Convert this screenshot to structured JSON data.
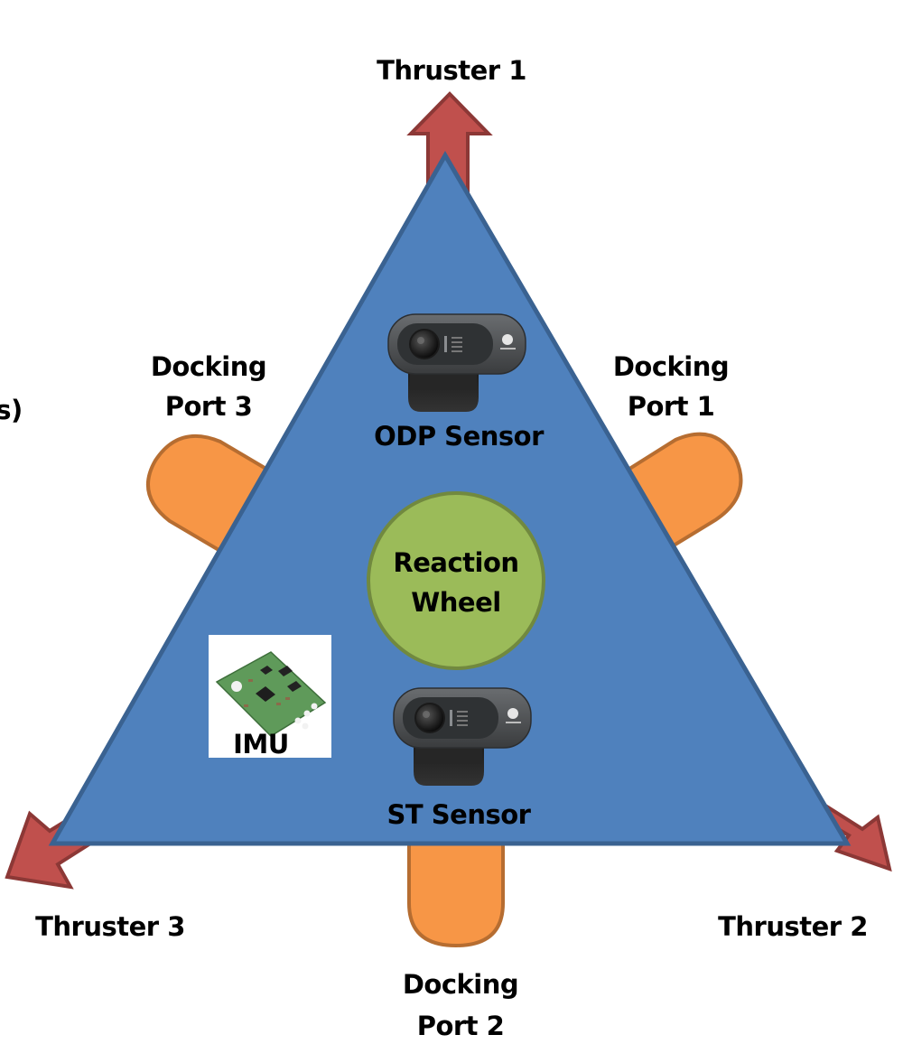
{
  "colors": {
    "body_fill": "#4f81bd",
    "body_stroke": "#3a6291",
    "thruster_fill": "#c0504d",
    "thruster_stroke": "#8c3836",
    "port_fill": "#f79646",
    "port_stroke": "#b66d31",
    "wheel_fill": "#9bbb59",
    "wheel_stroke": "#71893f",
    "camera_body": "#4a4d4f",
    "pcb_green": "#5f9a5a"
  },
  "partial_text_left": "s)",
  "thrusters": [
    {
      "id": "1",
      "label": "Thruster 1",
      "direction": "up"
    },
    {
      "id": "2",
      "label": "Thruster 2",
      "direction": "down-right"
    },
    {
      "id": "3",
      "label": "Thruster 3",
      "direction": "down-left"
    }
  ],
  "docking_ports": [
    {
      "id": "1",
      "line1": "Docking",
      "line2": "Port 1"
    },
    {
      "id": "2",
      "line1": "Docking",
      "line2": "Port 2"
    },
    {
      "id": "3",
      "line1": "Docking",
      "line2": "Port 3"
    }
  ],
  "reaction_wheel": {
    "line1": "Reaction",
    "line2": "Wheel"
  },
  "sensors": {
    "odp": {
      "label": "ODP Sensor",
      "icon": "webcam-icon"
    },
    "st": {
      "label": "ST Sensor",
      "icon": "webcam-icon"
    }
  },
  "imu": {
    "label": "IMU",
    "icon": "circuit-board-icon"
  }
}
